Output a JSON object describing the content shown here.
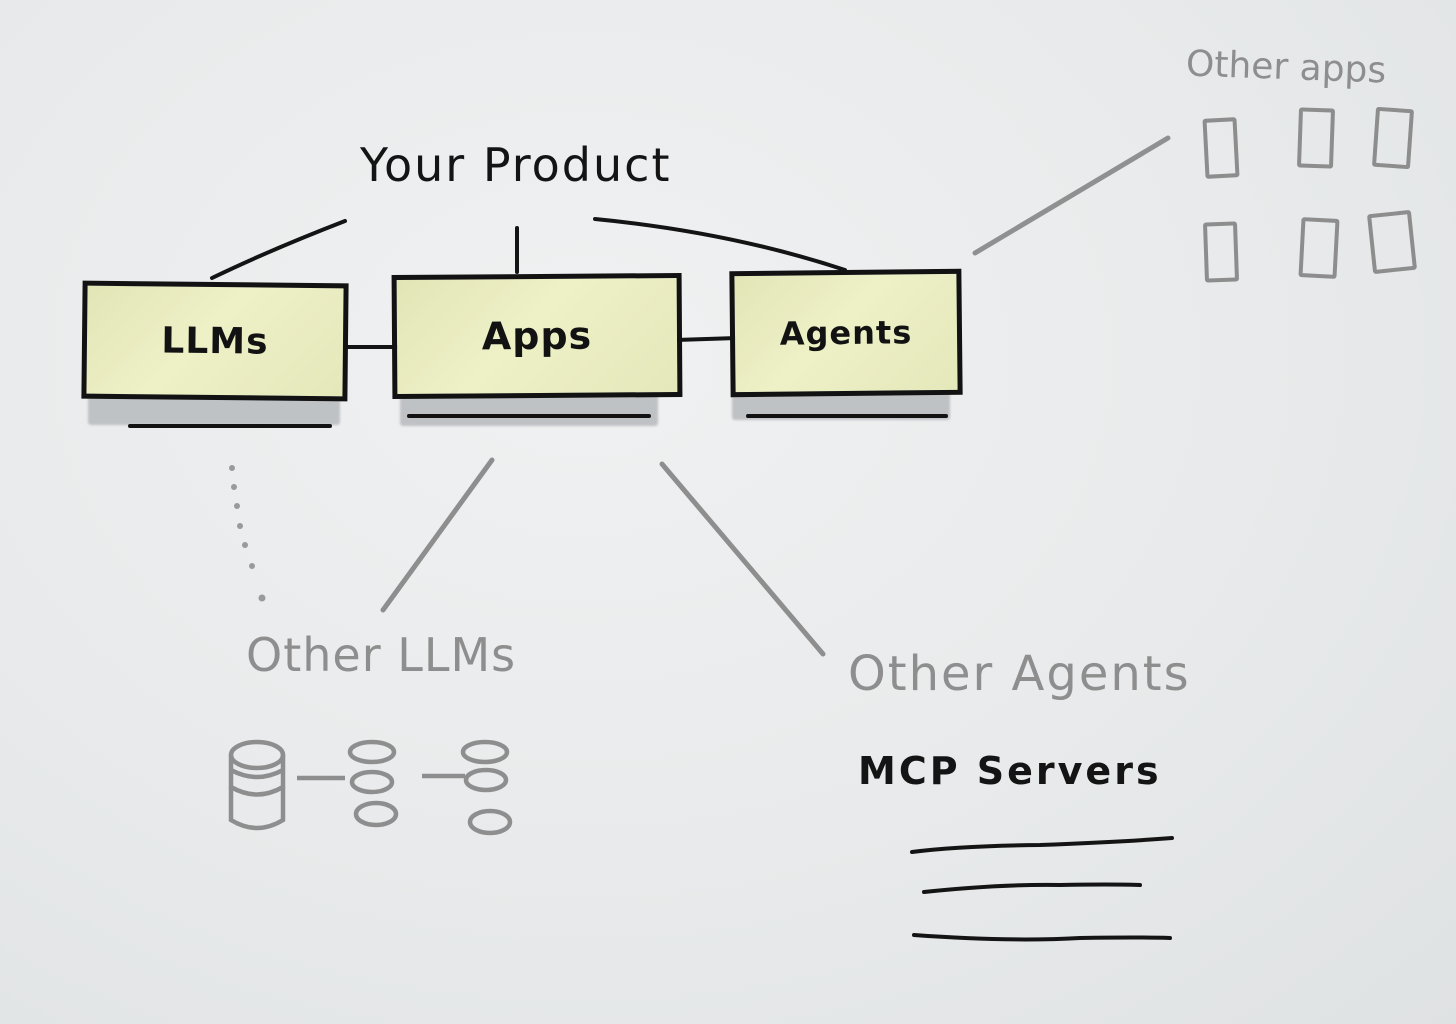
{
  "title": "Your Product",
  "boxes": {
    "llms": "LLMs",
    "apps": "Apps",
    "agents": "Agents"
  },
  "labels": {
    "other_apps": "Other apps",
    "other_llms": "Other LLMs",
    "other_agents": "Other Agents",
    "mcp_servers": "MCP Servers"
  },
  "colors": {
    "box_fill": "#eef0c6",
    "ink_dark": "#121212",
    "ink_grey": "#8e8e8e",
    "paper": "#e9ebec"
  },
  "icons": [
    "database-icon",
    "node-chain-icon",
    "app-grid-icon"
  ]
}
